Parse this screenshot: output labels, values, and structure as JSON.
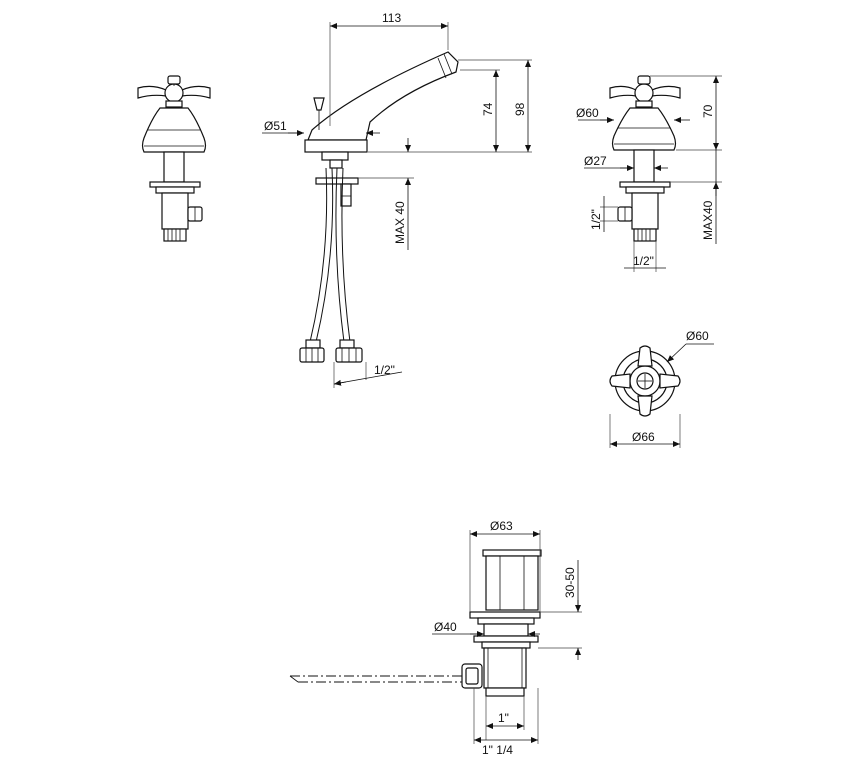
{
  "dimensions": {
    "spout_length": "113",
    "spout_height_inner": "74",
    "spout_height_total": "98",
    "spout_base_diameter": "Ø51",
    "spout_max_thickness": "MAX 40",
    "hose_thread": "1/2\"",
    "handle_body_diameter": "Ø60",
    "handle_shank_diameter": "Ø27",
    "handle_height": "70",
    "handle_max_thickness": "MAX40",
    "handle_side_thread": "1/2\"",
    "handle_bottom_thread": "1/2\"",
    "top_view_inner_diameter": "Ø60",
    "top_view_outer_diameter": "Ø66",
    "drain_cap_diameter": "Ø63",
    "drain_range": "30-50",
    "drain_body_diameter": "Ø40",
    "drain_thread_inner": "1\"",
    "drain_thread_outer": "1\" 1/4"
  }
}
